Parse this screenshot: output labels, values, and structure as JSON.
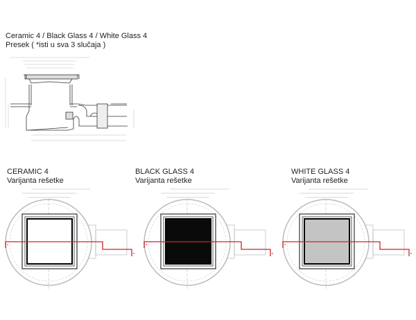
{
  "header": {
    "title": "Ceramic 4 / Black Glass 4 / White Glass 4",
    "subtitle": "Presek ( *isti u sva 3 slučaja )"
  },
  "variants": [
    {
      "name": "CERAMIC 4",
      "caption": "Varijanta rešetke",
      "grate_fill": "#ffffff"
    },
    {
      "name": "BLACK GLASS 4",
      "caption": "Varijanta rešetke",
      "grate_fill": "#0a0a0a"
    },
    {
      "name": "WHITE GLASS 4",
      "caption": "Varijanta rešetke",
      "grate_fill": "#c4c4c4"
    }
  ],
  "colors": {
    "section_line": "#d0232a",
    "line": "#333333",
    "dim": "#999999"
  }
}
